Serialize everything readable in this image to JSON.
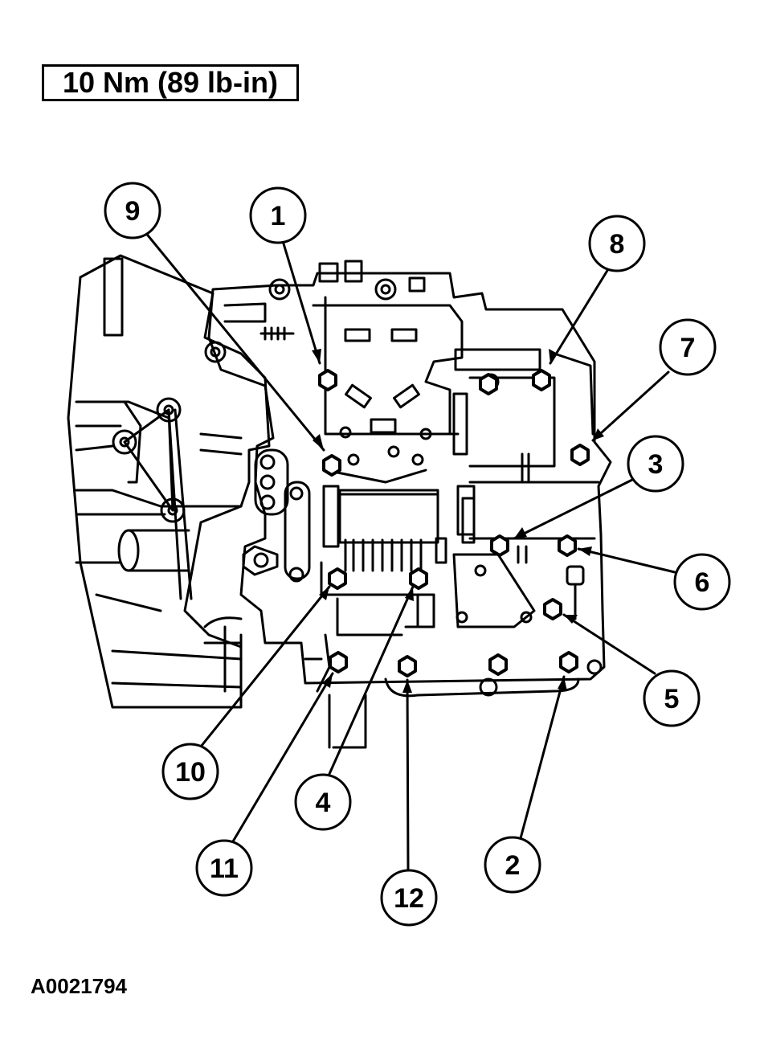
{
  "torque_spec": "10 Nm (89 lb-in)",
  "figure_id": "A0021794",
  "callouts": [
    {
      "label": "9"
    },
    {
      "label": "1"
    },
    {
      "label": "8"
    },
    {
      "label": "7"
    },
    {
      "label": "3"
    },
    {
      "label": "6"
    },
    {
      "label": "5"
    },
    {
      "label": "10"
    },
    {
      "label": "4"
    },
    {
      "label": "11"
    },
    {
      "label": "12"
    },
    {
      "label": "2"
    }
  ],
  "colors": {
    "ink": "#000000",
    "paper": "#ffffff"
  }
}
